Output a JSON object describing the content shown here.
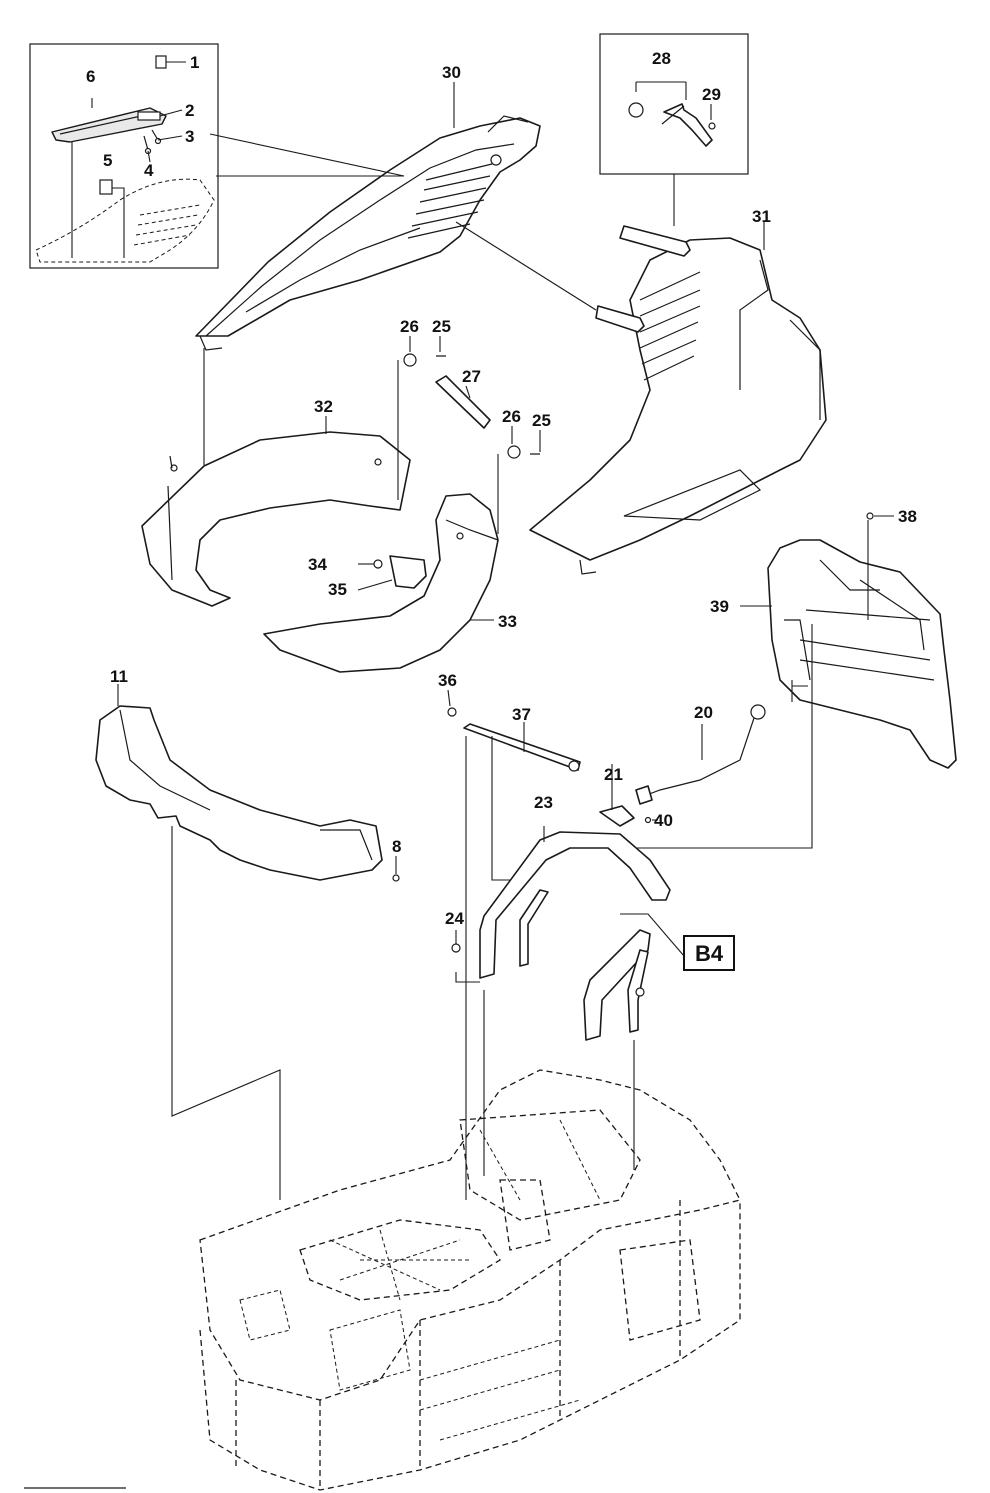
{
  "callouts": {
    "c1": "1",
    "c2": "2",
    "c3": "3",
    "c4": "4",
    "c5": "5",
    "c6": "6",
    "c8": "8",
    "c11": "11",
    "c20": "20",
    "c21": "21",
    "c23": "23",
    "c24": "24",
    "c25a": "25",
    "c25b": "25",
    "c26a": "26",
    "c26b": "26",
    "c27": "27",
    "c28": "28",
    "c29": "29",
    "c30": "30",
    "c31": "31",
    "c32": "32",
    "c33": "33",
    "c34": "34",
    "c35": "35",
    "c36": "36",
    "c37": "37",
    "c38": "38",
    "c39": "39",
    "c40": "40"
  },
  "reference": {
    "label": "B4"
  }
}
